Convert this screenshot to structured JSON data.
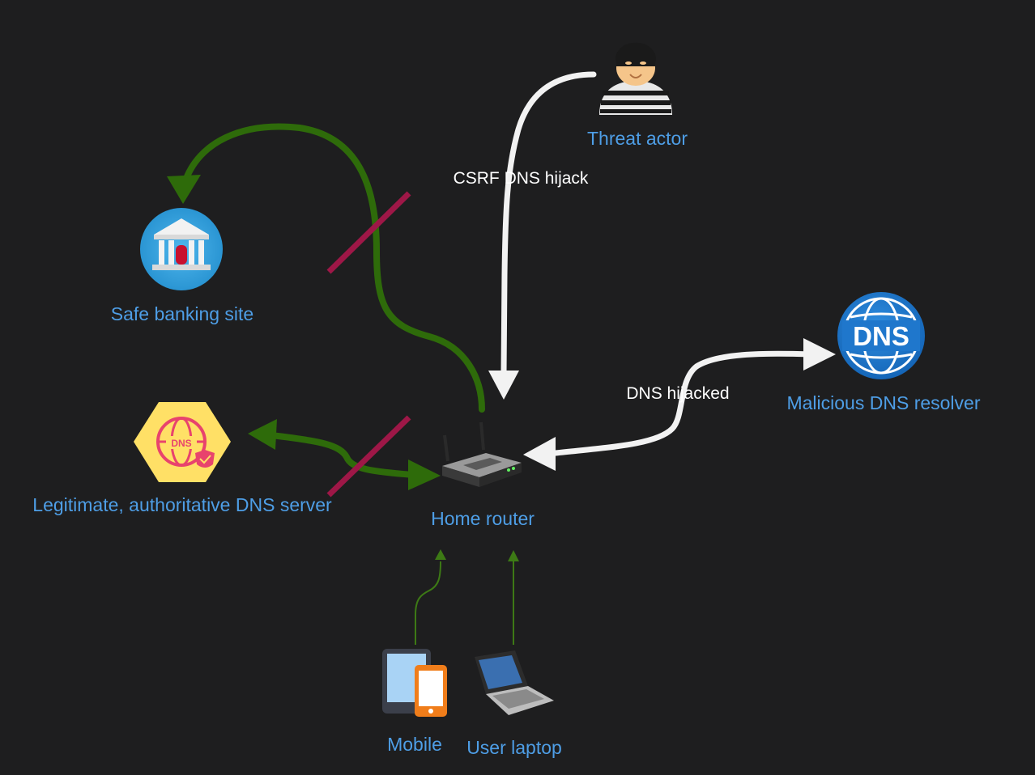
{
  "colors": {
    "background": "#1e1e1f",
    "node_label": "#4e9ee6",
    "edge_label": "#ffffff",
    "blocked_flow": "#2e6b0a",
    "attack_flow": "#f2f2f2",
    "block_mark": "#9e1747",
    "device_arrow": "#3d7a15"
  },
  "nodes": {
    "threat_actor": {
      "label": "Threat actor",
      "icon": "burglar-icon"
    },
    "safe_banking_site": {
      "label": "Safe banking site",
      "icon": "bank-icon"
    },
    "malicious_dns": {
      "label": "Malicious DNS resolver",
      "icon": "dns-globe-icon"
    },
    "legit_dns": {
      "label": "Legitimate, authoritative DNS server",
      "icon": "dns-server-icon"
    },
    "home_router": {
      "label": "Home router",
      "icon": "router-icon"
    },
    "mobile": {
      "label": "Mobile",
      "icon": "mobile-devices-icon"
    },
    "user_laptop": {
      "label": "User laptop",
      "icon": "laptop-icon"
    }
  },
  "edges": {
    "csrf": {
      "label": "CSRF DNS hijack"
    },
    "dns_hijacked": {
      "label": "DNS hijacked"
    }
  },
  "dns_badges": {
    "malicious": "DNS",
    "legit": "DNS"
  }
}
